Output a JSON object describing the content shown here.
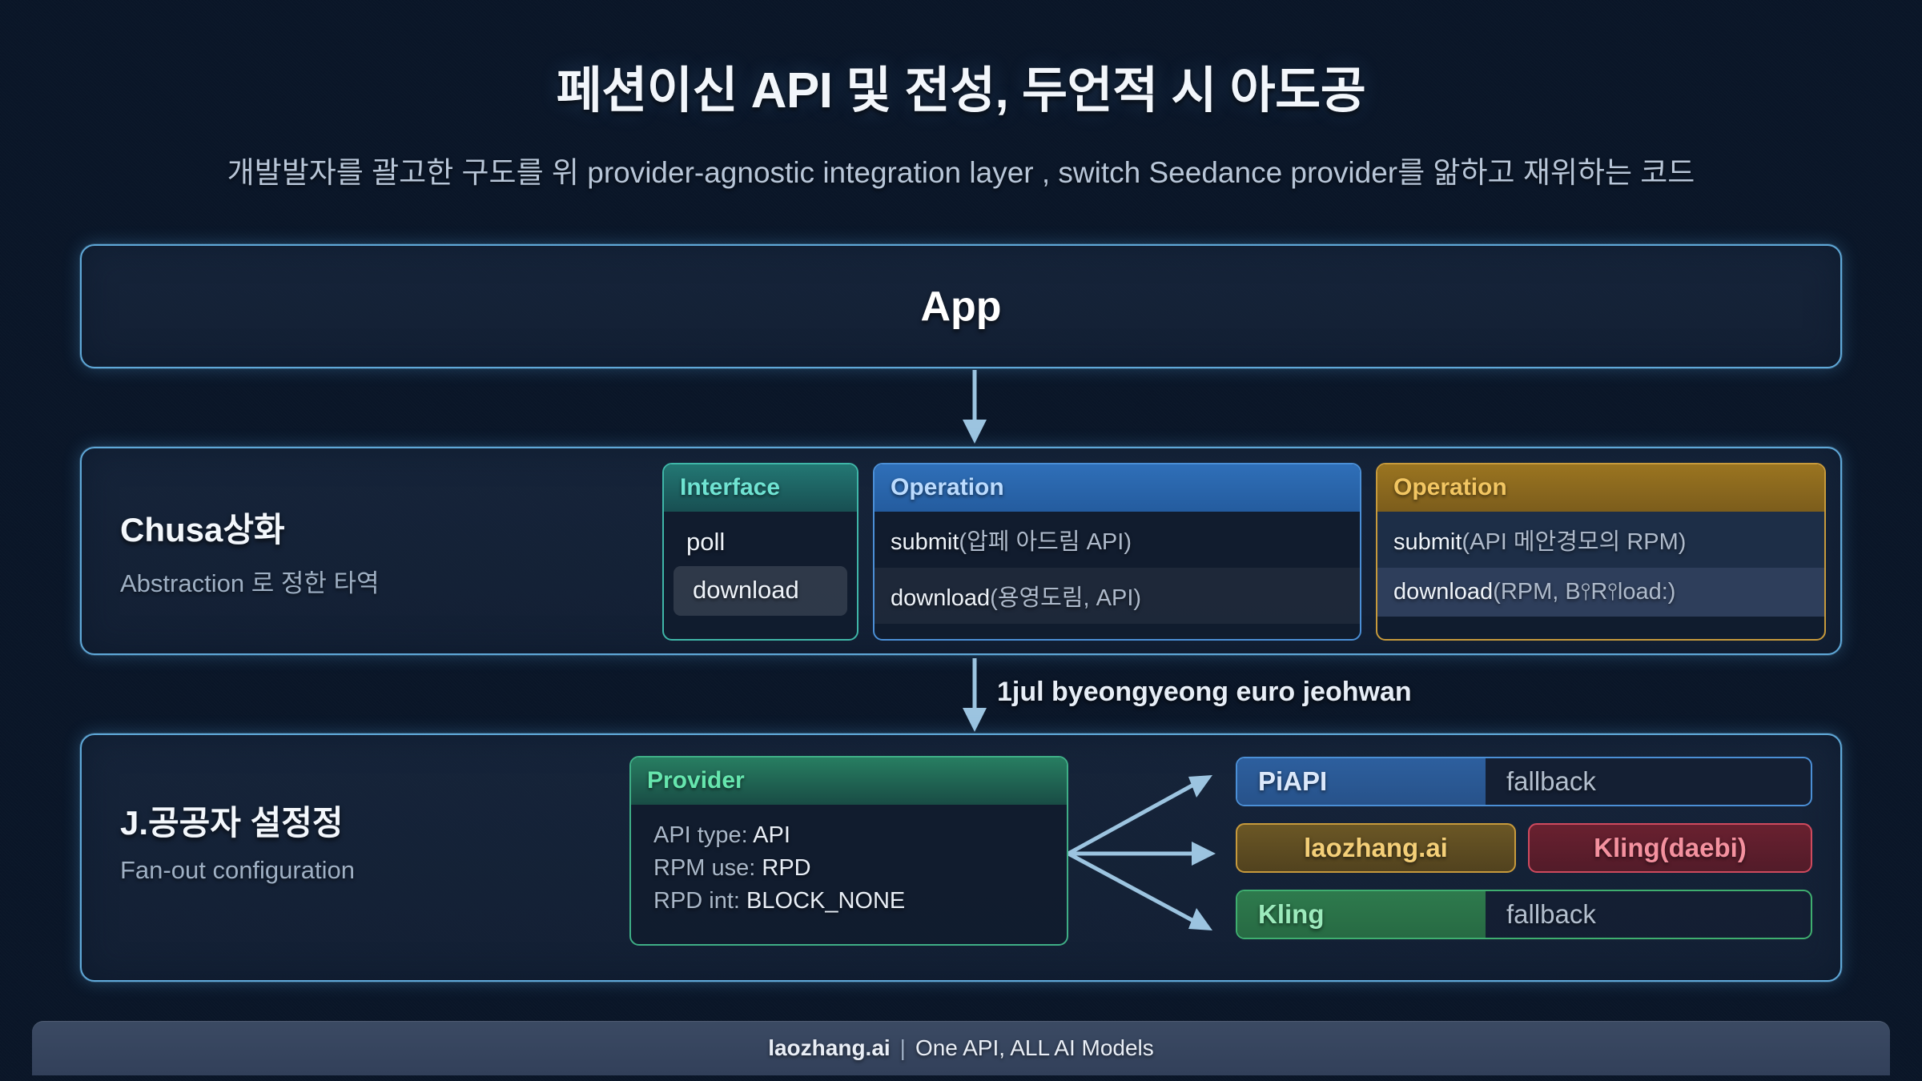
{
  "header": {
    "title": "페션이신 API 및 전성, 두언적 시 아도공",
    "subtitle": "개발발자를 괄고한 구도를 위 provider-agnostic integration layer , switch Seedance provider를 앎하고 재위하는 코드"
  },
  "app_panel": {
    "title": "App"
  },
  "abstraction_panel": {
    "label_main": "Chusa상화",
    "label_sub": "Abstraction 로 정한 타역",
    "interface_card": {
      "header": "Interface",
      "row_poll": "poll",
      "row_download": "download"
    },
    "operation_blue": {
      "header": "Operation",
      "rows": [
        {
          "name": "submit",
          "args": "(압페 아드림 API)"
        },
        {
          "name": "download",
          "args": "(용영도림, API)"
        }
      ]
    },
    "operation_gold": {
      "header": "Operation",
      "rows": [
        {
          "name": "submit",
          "args": "(API 메안경모의 RPM)"
        },
        {
          "name": "download",
          "args": "(RPM, B⫯R⫯load:)"
        }
      ]
    }
  },
  "flow": {
    "label": "1jul byeongyeong euro jeohwan"
  },
  "fanout_panel": {
    "label_main": "J.공공자 설정정",
    "label_sub": "Fan-out configuration",
    "provider_card": {
      "header": "Provider",
      "lines": [
        {
          "key": "API type:",
          "value": "API"
        },
        {
          "key": "RPM use:",
          "value": "RPD"
        },
        {
          "key": "RPD int:",
          "value": "BLOCK_NONE"
        }
      ]
    },
    "targets": [
      {
        "name": "PiAPI",
        "tag": "fallback"
      },
      {
        "name": "laozhang.ai",
        "tag": ""
      },
      {
        "name": "Kling(daebi)",
        "tag": ""
      },
      {
        "name": "Kling",
        "tag": "fallback"
      }
    ]
  },
  "footer": {
    "brand": "laozhang.ai",
    "separator": "|",
    "tagline": "One API, ALL AI Models"
  },
  "colors": {
    "panel_border": "#5fa8d8",
    "teal": "#3fb6a8",
    "blue": "#4b8fd6",
    "gold": "#c79a3c",
    "green": "#3fae86",
    "red": "#cf4a5e",
    "arrow": "#9cc4e0"
  }
}
